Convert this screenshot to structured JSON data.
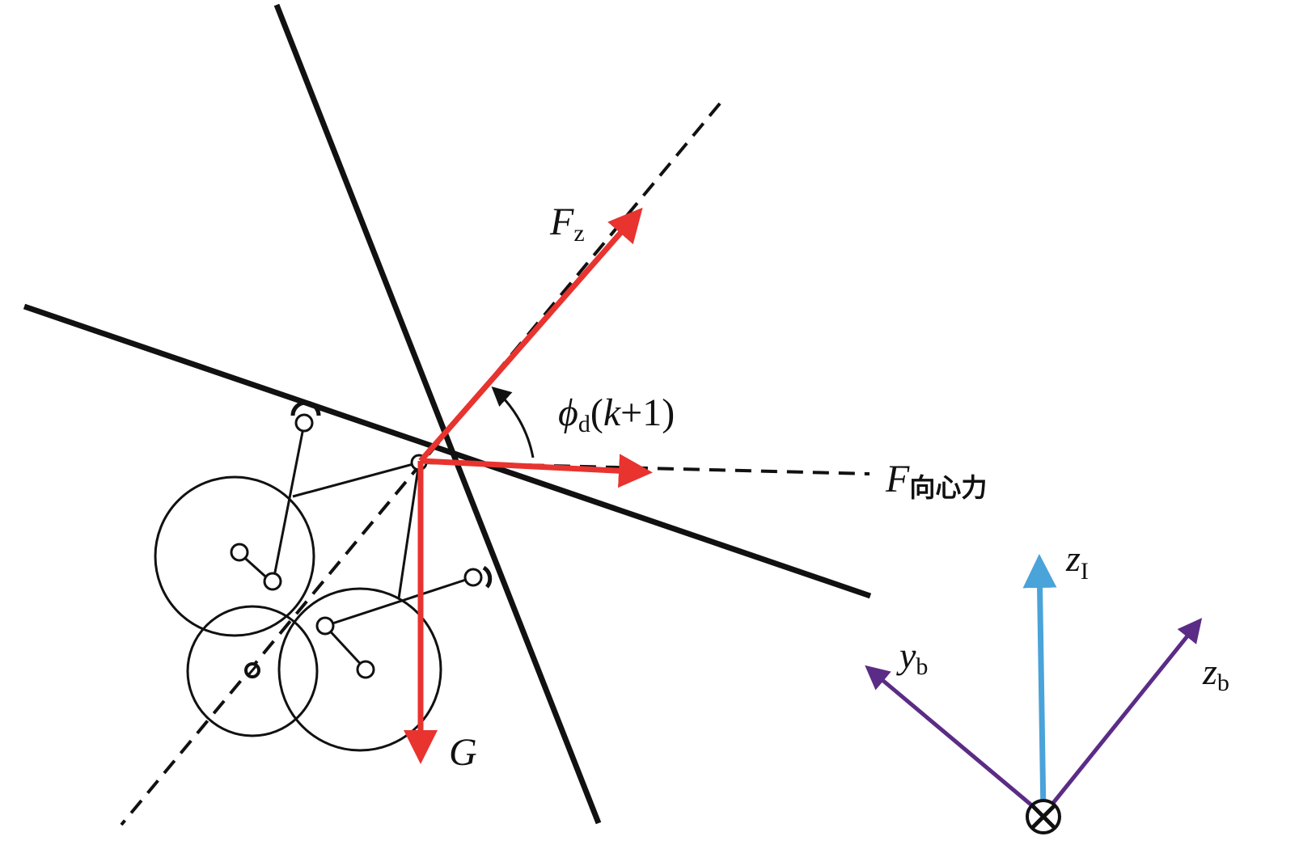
{
  "labels": {
    "Fz": {
      "main": "F",
      "sub": "z"
    },
    "phi": {
      "main": "ϕ",
      "sub": "d",
      "arg_open": "(",
      "arg_var": "k",
      "arg_rest": "+1)"
    },
    "Fcentripetal": {
      "main": "F",
      "sub": "向心力"
    },
    "G": {
      "main": "G"
    },
    "zI": {
      "main": "z",
      "sub": "I"
    },
    "yb": {
      "main": "y",
      "sub": "b"
    },
    "zb": {
      "main": "z",
      "sub": "b"
    }
  },
  "colors": {
    "force_arrow": "#e8332f",
    "inertial_axis": "#4aa3d9",
    "body_axis": "#5b2c86",
    "structure": "#111111"
  }
}
